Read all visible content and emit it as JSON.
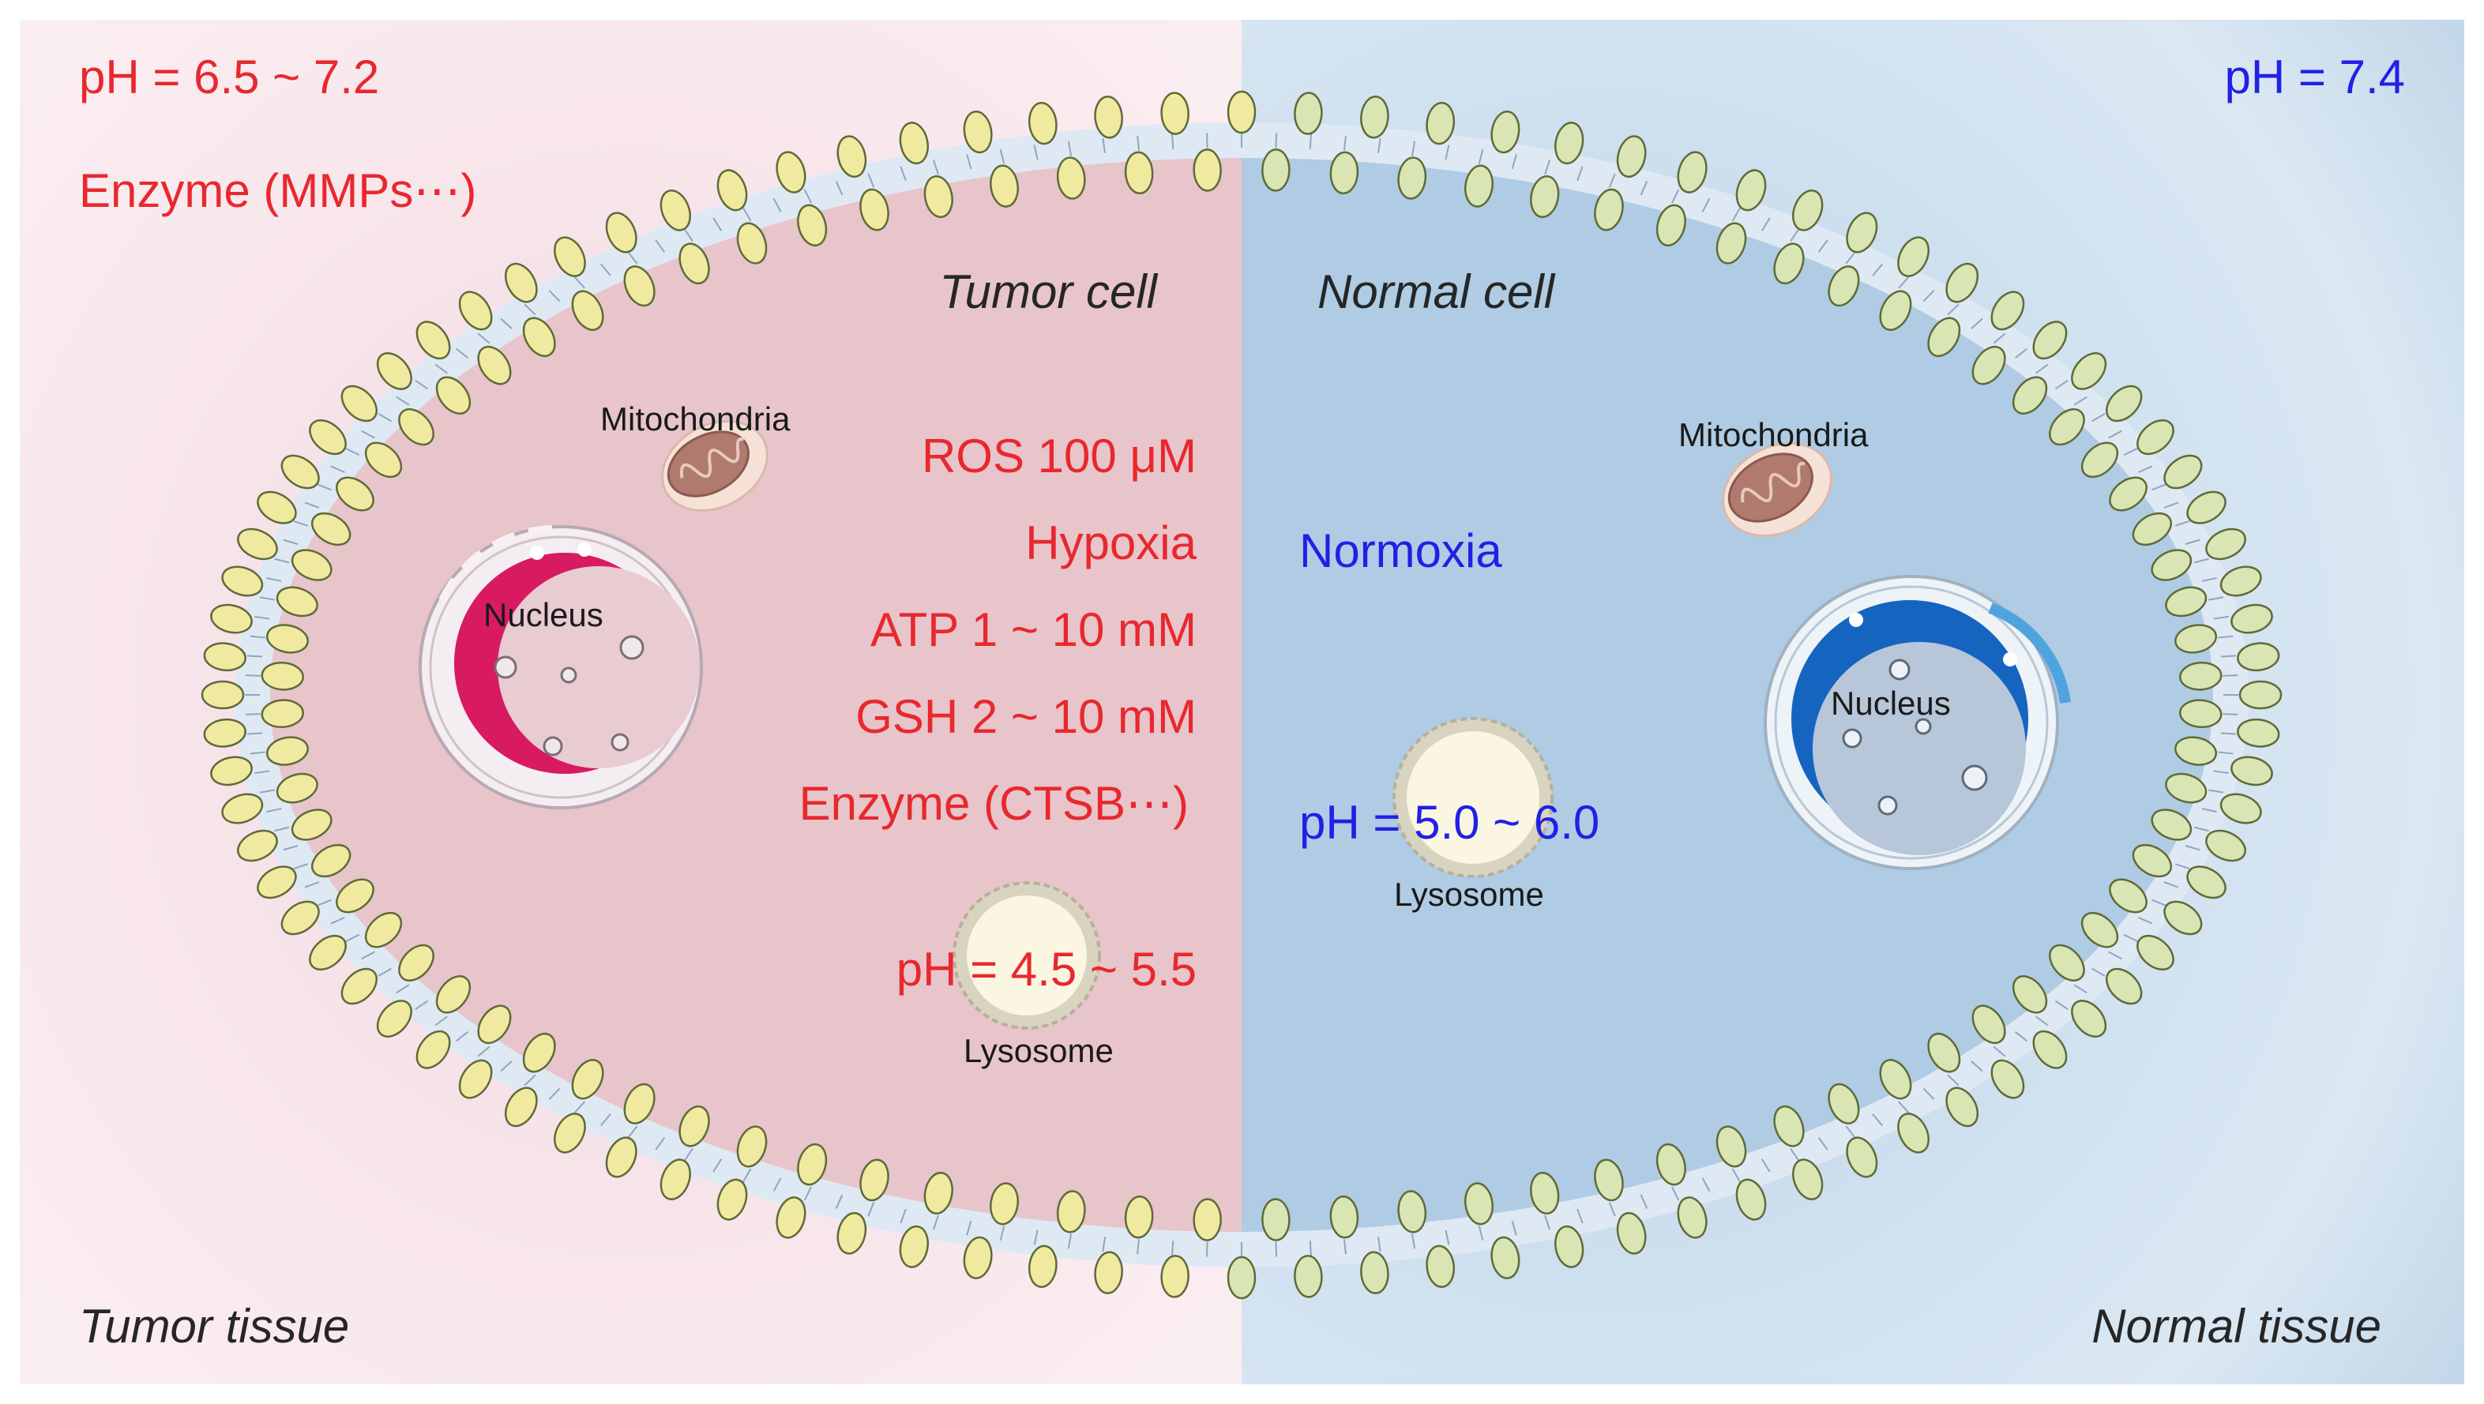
{
  "tumor_side": {
    "tissue_label": "Tumor tissue",
    "cell_label": "Tumor cell",
    "extracellular_ph": "pH = 6.5 ~ 7.2",
    "extracellular_enzyme": "Enzyme (MMPs⋯)",
    "intracellular": [
      "ROS 100 μM",
      "Hypoxia",
      "ATP 1 ~ 10 mM",
      "GSH 2 ~ 10 mM",
      "Enzyme (CTSB⋯)"
    ],
    "lysosome_ph": "pH = 4.5 ~ 5.5",
    "mitochondria_label": "Mitochondria",
    "nucleus_label": "Nucleus",
    "lysosome_label": "Lysosome",
    "nucleus_color": "#d81b60",
    "background_color": "#f6e4ea",
    "cytoplasm_color": "#e6c4c9"
  },
  "normal_side": {
    "tissue_label": "Normal tissue",
    "cell_label": "Normal cell",
    "extracellular_ph": "pH = 7.4",
    "intracellular": [
      "Normoxia"
    ],
    "lysosome_ph": "pH = 5.0 ~ 6.0",
    "mitochondria_label": "Mitochondria",
    "nucleus_label": "Nucleus",
    "lysosome_label": "Lysosome",
    "nucleus_color": "#1565c0",
    "background_color": "#c9dced",
    "cytoplasm_color": "#b0cde5"
  },
  "colors": {
    "tumor_text": "#e8282e",
    "normal_text": "#2020e6",
    "membrane_head_tumor": "#f0eaa0",
    "membrane_head_normal": "#d9e6b4"
  }
}
